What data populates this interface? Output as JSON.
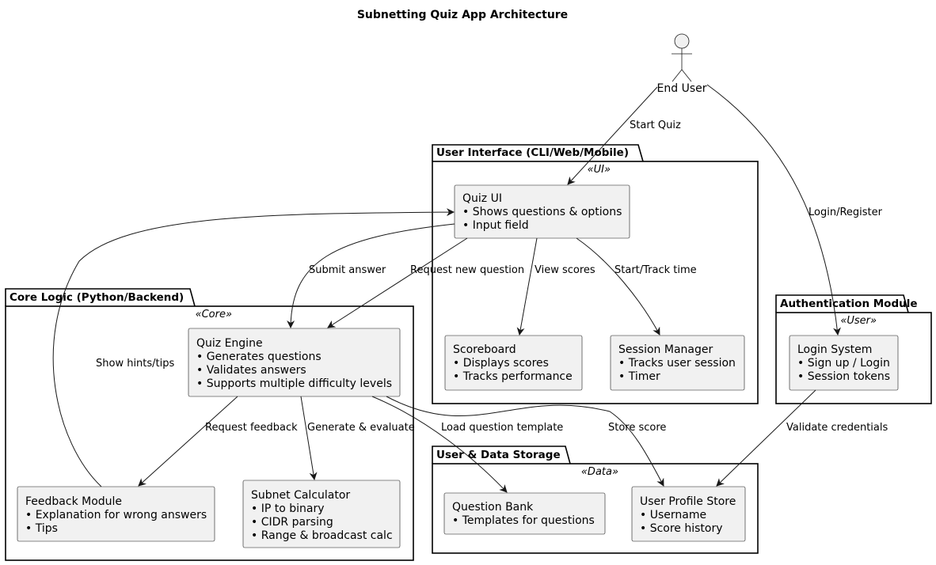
{
  "title": "Subnetting Quiz App Architecture",
  "actor": {
    "label": "End User"
  },
  "packages": {
    "ui": {
      "title": "User Interface (CLI/Web/Mobile)",
      "stereotype": "«UI»"
    },
    "core": {
      "title": "Core Logic (Python/Backend)",
      "stereotype": "«Core»"
    },
    "auth": {
      "title": "Authentication Module",
      "stereotype": "«User»"
    },
    "data": {
      "title": "User & Data Storage",
      "stereotype": "«Data»"
    }
  },
  "nodes": {
    "quiz_ui": {
      "lines": [
        "Quiz UI",
        "• Shows questions & options",
        "• Input field"
      ]
    },
    "scoreboard": {
      "lines": [
        "Scoreboard",
        "• Displays scores",
        "• Tracks performance"
      ]
    },
    "session_manager": {
      "lines": [
        "Session Manager",
        "• Tracks user session",
        "• Timer"
      ]
    },
    "quiz_engine": {
      "lines": [
        "Quiz Engine",
        "• Generates questions",
        "• Validates answers",
        "• Supports multiple difficulty levels"
      ]
    },
    "feedback_module": {
      "lines": [
        "Feedback Module",
        "• Explanation for wrong answers",
        "• Tips"
      ]
    },
    "subnet_calculator": {
      "lines": [
        "Subnet Calculator",
        "• IP to binary",
        "• CIDR parsing",
        "• Range & broadcast calc"
      ]
    },
    "login_system": {
      "lines": [
        "Login System",
        "• Sign up / Login",
        "• Session tokens"
      ]
    },
    "question_bank": {
      "lines": [
        "Question Bank",
        "• Templates for questions"
      ]
    },
    "user_profile_store": {
      "lines": [
        "User Profile Store",
        "• Username",
        "• Score history"
      ]
    }
  },
  "edges": {
    "start_quiz": "Start Quiz",
    "login_register": "Login/Register",
    "submit_answer": "Submit answer",
    "request_new_question": "Request new question",
    "view_scores": "View scores",
    "start_track_time": "Start/Track time",
    "show_hints": "Show hints/tips",
    "request_feedback": "Request feedback",
    "generate_evaluate": "Generate & evaluate",
    "load_template": "Load question template",
    "store_score": "Store score",
    "validate_credentials": "Validate credentials"
  }
}
